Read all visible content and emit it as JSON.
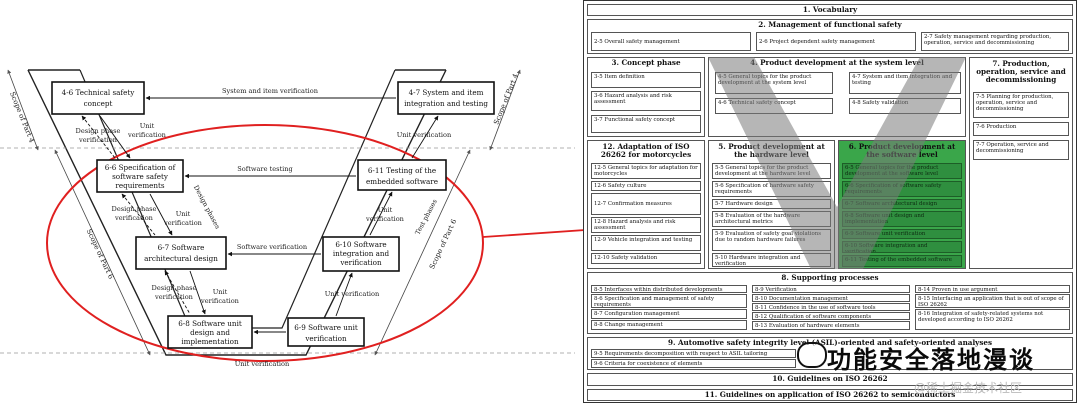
{
  "vmodel": {
    "boxes": [
      {
        "key": "b46",
        "lines": [
          "4-6 Technical safety",
          "concept"
        ]
      },
      {
        "key": "b47",
        "lines": [
          "4-7 System and item",
          "integration and testing"
        ]
      },
      {
        "key": "b66",
        "lines": [
          "6-6 Specification of",
          "software safety",
          "requirements"
        ]
      },
      {
        "key": "b611",
        "lines": [
          "6-11 Testing of the",
          "embedded software"
        ]
      },
      {
        "key": "b67",
        "lines": [
          "6-7 Software",
          "architectural design"
        ]
      },
      {
        "key": "b610",
        "lines": [
          "6-10 Software",
          "integration and",
          "verification"
        ]
      },
      {
        "key": "b68",
        "lines": [
          "6-8 Software unit",
          "design and",
          "implementation"
        ]
      },
      {
        "key": "b69",
        "lines": [
          "6-9 Software unit",
          "verification"
        ]
      }
    ],
    "labels": {
      "system_item_verification": "System and item verification",
      "design_phase_verification_1": [
        "Design phase",
        "verification"
      ],
      "unit_verification_1": [
        "Unit",
        "verification"
      ],
      "unit_verification_2": "Unit verification",
      "software_testing": "Software testing",
      "design_phase_verification_2": [
        "Design phase",
        "verification"
      ],
      "unit_verification_3": [
        "Unit",
        "verification"
      ],
      "design_phases": "Design phases",
      "unit_verification_4": [
        "Unit",
        "verification"
      ],
      "software_verification": "Software verification",
      "test_phases": "Test phases",
      "design_phase_verification_3": [
        "Design phase",
        "verification"
      ],
      "unit_verification_5": [
        "Unit",
        "verification"
      ],
      "unit_verification_6": "Unit verification",
      "unit_verification_bottom": "Unit verification",
      "scope_part4_left": "Scope of Part 4",
      "scope_part4_right": "Scope of Part 4",
      "scope_part6_left": "Scope of Part 6",
      "scope_part6_right": "Scope of Part 6"
    }
  },
  "iso": {
    "s1": {
      "title": "1. Vocabulary"
    },
    "s2": {
      "title": "2. Management of functional safety",
      "items": [
        "2-5 Overall safety management",
        "2-6 Project dependent safety management",
        "2-7 Safety management regarding production, operation, service and decommissioning"
      ]
    },
    "s3": {
      "title": "3. Concept phase",
      "items": [
        "3-5 Item definition",
        "3-6 Hazard analysis and risk assessment",
        "3-7 Functional safety concept"
      ]
    },
    "s4": {
      "title": "4. Product development at the system level",
      "items": [
        "4-5 General topics for the product development at the system level",
        "4-7 System and item integration and testing",
        "4-6 Technical safety concept",
        "4-8 Safety validation"
      ]
    },
    "s7": {
      "title": "7. Production, operation, service and decommissioning",
      "items": [
        "7-5 Planning for production, operation, service and decommissioning",
        "7-6 Production",
        "7-7 Operation, service and decommissioning"
      ]
    },
    "s12": {
      "title": "12. Adaptation of ISO 26262 for motorcycles",
      "items": [
        "12-5 General topics for adaptation for motorcycles",
        "12-6 Safety culture",
        "12-7 Confirmation measures",
        "12-8 Hazard analysis and risk assessment",
        "12-9 Vehicle integration and testing",
        "12-10 Safety validation"
      ]
    },
    "s5": {
      "title": "5. Product development at the hardware level",
      "items": [
        "5-5 General topics for the product development at the hardware level",
        "5-6 Specification of hardware safety requirements",
        "5-7 Hardware design",
        "5-8 Evaluation of the hardware architectural metrics",
        "5-9 Evaluation of safety goal violations due to random hardware failures",
        "5-10 Hardware integration and verification"
      ]
    },
    "s6": {
      "title": "6. Product development at the software level",
      "items": [
        "6-5 General topics for the product development at the software level",
        "6-6 Specification of software safety requirements",
        "6-7 Software architectural design",
        "6-8 Software unit design and implementation",
        "6-9 Software unit verification",
        "6-10 Software integration and verification",
        "6-11 Testing of the embedded software"
      ]
    },
    "s8": {
      "title": "8. Supporting processes",
      "col1": [
        "8-5 Interfaces within distributed developments",
        "8-6 Specification and management of safety requirements",
        "8-7 Configuration management",
        "8-8 Change management"
      ],
      "col2": [
        "8-9 Verification",
        "8-10 Documentation management",
        "8-11 Confidence in the use of software tools",
        "8-12 Qualification of software components",
        "8-13 Evaluation of hardware elements"
      ],
      "col3": [
        "8-14 Proven in use argument",
        "8-15 Interfacing an application that is out of scope of ISO 26262",
        "8-16 Integration of safety-related systems not developed according to ISO 26262"
      ]
    },
    "s9": {
      "title": "9. Automotive safety integrity level (ASIL)-oriented and safety-oriented analyses",
      "items": [
        "9-5 Requirements decomposition with respect to ASIL tailoring",
        "9-6 Criteria for coexistence of elements"
      ]
    },
    "s10": {
      "title": "10. Guidelines on ISO 26262"
    },
    "s11": {
      "title": "11. Guidelines on application of ISO 26262 to semiconductors"
    }
  },
  "watermark": {
    "brand": "功能安全落地漫谈",
    "sub": "@稀土掘金技术社区"
  },
  "colors": {
    "highlight_green": "#2f8f3f",
    "ellipse_red": "#e02020",
    "watermark_gray": "#8c8c8c"
  }
}
